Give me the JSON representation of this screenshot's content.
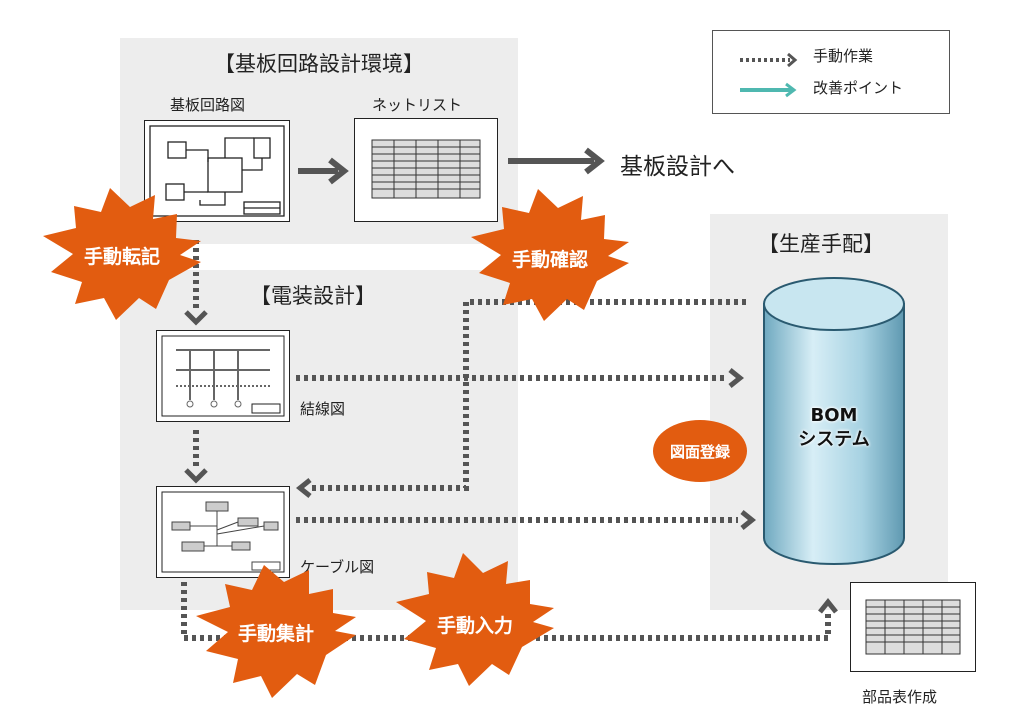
{
  "panels": {
    "pcb_env_title": "【基板回路設計環境】",
    "electrical_title": "【電装設計】",
    "production_title": "【生産手配】"
  },
  "labels": {
    "circuit_diagram": "基板回路図",
    "netlist": "ネットリスト",
    "to_board_design": "基板設計へ",
    "wiring_diagram": "結線図",
    "cable_diagram": "ケーブル図",
    "parts_list": "部品表作成"
  },
  "legend": {
    "manual_work": "手動作業",
    "improvement_point": "改善ポイント"
  },
  "bursts": {
    "manual_transcription": "手動転記",
    "manual_check": "手動確認",
    "manual_aggregate": "手動集計",
    "manual_input": "手動入力"
  },
  "bom": {
    "line1": "BOM",
    "line2": "システム"
  },
  "drawing_register": "図面登録",
  "colors": {
    "burst": "#e25c10",
    "panel": "#ededed",
    "dotted": "#555555",
    "improvement": "#4fb8b0",
    "cylinder": "#a9d3e3"
  }
}
